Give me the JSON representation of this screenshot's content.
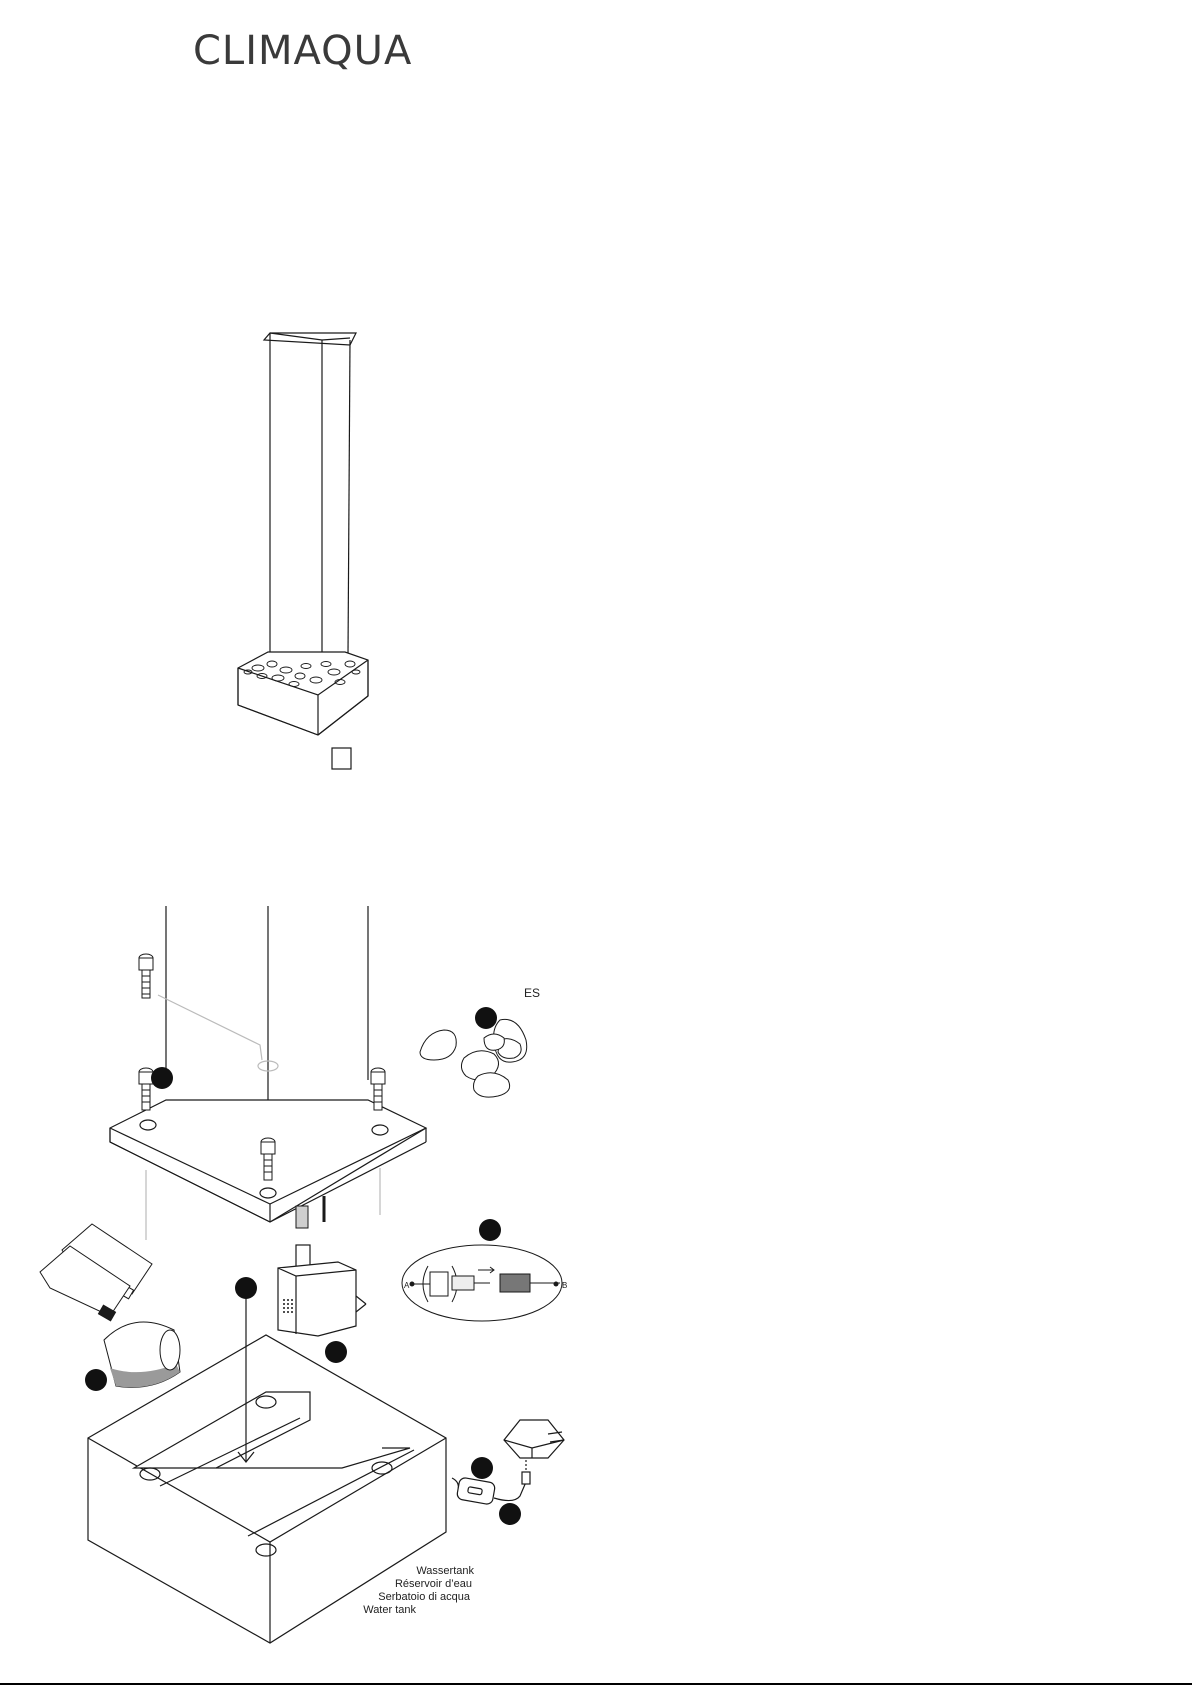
{
  "brand": {
    "logo_text": "CLIMAQUA"
  },
  "assembly": {
    "es_label": "ES",
    "connector_labels": {
      "a": "A",
      "b": "B"
    },
    "water_tank_labels": [
      "Wassertank",
      "Réservoir d’eau",
      "Serbatoio di acqua",
      "Water tank"
    ]
  },
  "colors": {
    "line": "#1a1a1a",
    "callout": "#111111",
    "hint_line": "#bbbbbb",
    "water_fill": "#9a9a9a"
  }
}
